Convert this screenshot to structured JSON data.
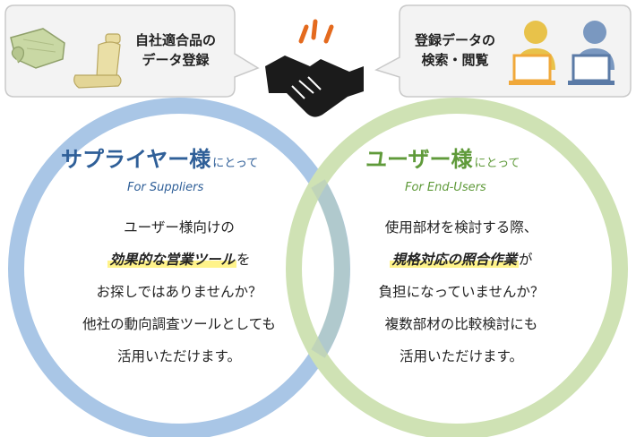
{
  "left_bubble": {
    "line1": "自社適合品の",
    "line2": "データ登録"
  },
  "right_bubble": {
    "line1": "登録データの",
    "line2": "検索・閲覧"
  },
  "suppliers": {
    "title": "サプライヤー様",
    "title_suffix": "にとって",
    "subtitle": "For Suppliers",
    "lines": [
      {
        "pre": "ユーザー様向けの",
        "hl": "",
        "post": ""
      },
      {
        "pre": "",
        "hl": "効果的な営業ツール",
        "post": "を"
      },
      {
        "pre": "お探しではありませんか？",
        "hl": "",
        "post": ""
      },
      {
        "pre": "他社の動向調査ツールとしても",
        "hl": "",
        "post": ""
      },
      {
        "pre": "活用いただけます。",
        "hl": "",
        "post": ""
      }
    ]
  },
  "users": {
    "title": "ユーザー様",
    "title_suffix": "にとって",
    "subtitle": "For End-Users",
    "lines": [
      {
        "pre": "使用部材を検討する際、",
        "hl": "",
        "post": ""
      },
      {
        "pre": "",
        "hl": "規格対応の照合作業",
        "post": "が"
      },
      {
        "pre": "負担になっていませんか？",
        "hl": "",
        "post": ""
      },
      {
        "pre": "複数部材の比較検討にも",
        "hl": "",
        "post": ""
      },
      {
        "pre": "活用いただけます。",
        "hl": "",
        "post": ""
      }
    ]
  },
  "colors": {
    "supplier_circle": "#a9c6e6",
    "supplier_title": "#2f5f98",
    "user_circle": "#cfe2b4",
    "user_title": "#5f9a3a",
    "overlap": "#b9cdb9",
    "highlight": "#fff38a"
  }
}
